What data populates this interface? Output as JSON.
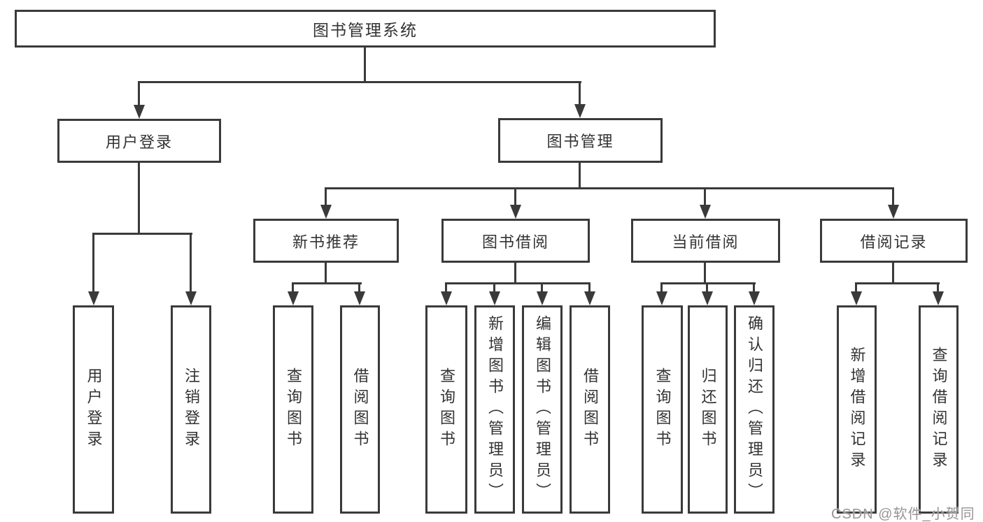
{
  "nodes": {
    "root": "图书管理系统",
    "user_login": "用户登录",
    "book_mgmt": "图书管理",
    "new_books": "新书推荐",
    "book_borrow": "图书借阅",
    "current_borrow": "当前借阅",
    "borrow_records": "借阅记录",
    "leaf_user_login": "用户登录",
    "leaf_logout": "注销登录",
    "leaf_query_books_1": "查询图书",
    "leaf_borrow_books_1": "借阅图书",
    "leaf_query_books_2": "查询图书",
    "leaf_add_book": "新增图书（管理员）",
    "leaf_edit_book": "编辑图书（管理员）",
    "leaf_borrow_books_2": "借阅图书",
    "leaf_query_books_3": "查询图书",
    "leaf_return_book": "归还图书",
    "leaf_confirm_return": "确认归还（管理员）",
    "leaf_add_record": "新增借阅记录",
    "leaf_query_record": "查询借阅记录"
  },
  "watermark": "CSDN @软件_小贺同学",
  "colors": {
    "line": "#3a3a3a",
    "text": "#333333",
    "watermark": "#969696",
    "background": "#ffffff"
  }
}
